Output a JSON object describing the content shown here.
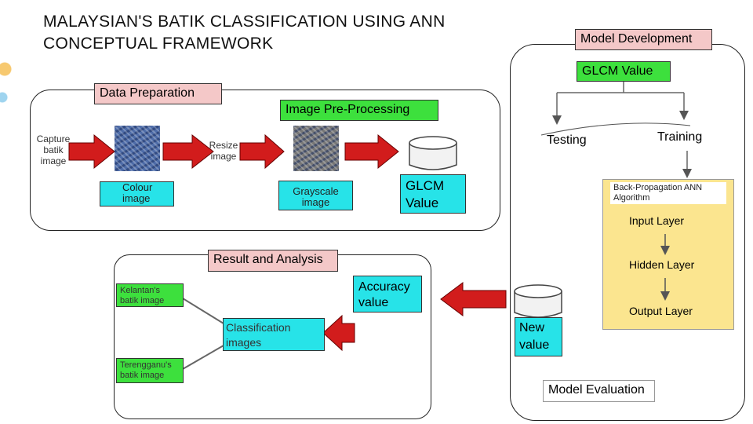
{
  "title_line1": "MALAYSIAN'S BATIK CLASSIFICATION USING ANN",
  "title_line2": "CONCEPTUAL FRAMEWORK",
  "sections": {
    "data_preparation": "Data Preparation",
    "image_preprocessing": "Image Pre-Processing",
    "model_development": "Model Development",
    "result_analysis": "Result and Analysis",
    "model_evaluation": "Model Evaluation"
  },
  "nodes": {
    "capture_batik": "Capture batik image",
    "resize_image": "Resize image",
    "colour_image": "Colour image",
    "grayscale_image": "Grayscale image",
    "glcm_value_left": "GLCM Value",
    "glcm_value_top": "GLCM Value",
    "testing": "Testing",
    "training": "Training",
    "bpann": "Back-Propagation ANN Algorithm",
    "input_layer": "Input Layer",
    "hidden_layer": "Hidden Layer",
    "output_layer": "Output Layer",
    "new_value": "New value",
    "accuracy_value": "Accuracy value",
    "classification_images": "Classification images",
    "kelantan": "Kelantan's batik image",
    "terengganu": "Terengganu's batik image"
  },
  "colors": {
    "pink": "#f4c8c8",
    "cyan": "#27e3e8",
    "green": "#3de03d",
    "yellow": "#fbe58f",
    "arrow_red": "#d21c1c"
  }
}
